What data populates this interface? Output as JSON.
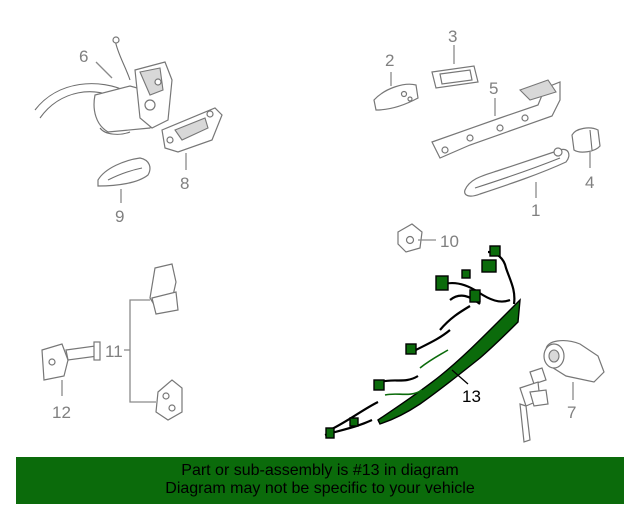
{
  "highlight_color": "#0b6b0b",
  "callouts": {
    "c1": "1",
    "c2": "2",
    "c3": "3",
    "c4": "4",
    "c5": "5",
    "c6": "6",
    "c7": "7",
    "c8": "8",
    "c9": "9",
    "c10": "10",
    "c11": "11",
    "c12": "12",
    "c13": "13"
  },
  "highlighted_callout": "13",
  "banner": {
    "line1": "Part or sub-assembly is #13 in diagram",
    "line2": "Diagram may not be specific to your vehicle"
  }
}
